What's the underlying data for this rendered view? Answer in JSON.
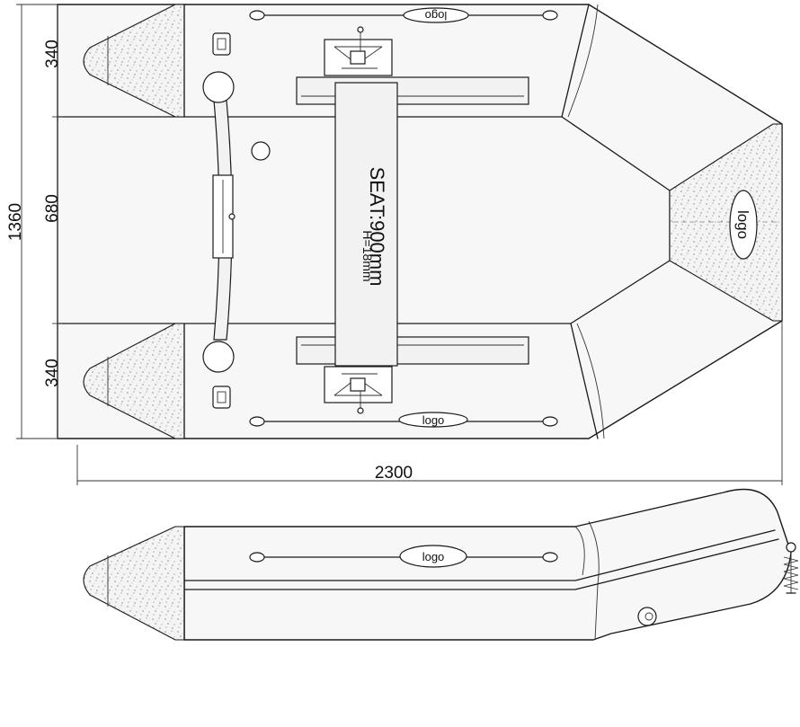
{
  "dimensions": {
    "overall_width": "1360",
    "center_width": "680",
    "tube_top": "340",
    "tube_bottom": "340",
    "length": "2300"
  },
  "seat": {
    "label": "SEAT:900mm",
    "height_label": "H=18mm"
  },
  "logos": {
    "top": "logo",
    "bottom": "logo",
    "bow": "logo",
    "side": "logo"
  }
}
